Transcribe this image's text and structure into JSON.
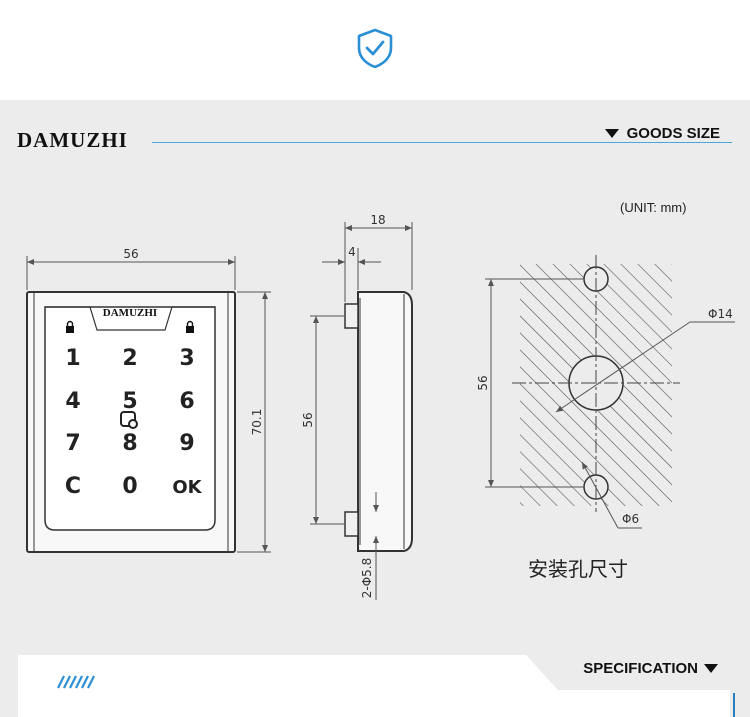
{
  "header": {
    "icon": "shield-check-icon",
    "accent_color": "#2a8fd4"
  },
  "section": {
    "brand": "DAMUZHI",
    "title": "GOODS SIZE",
    "unit": "(UNIT:  mm)"
  },
  "front_view": {
    "logo": "DAMUZHI",
    "keys": [
      "1",
      "2",
      "3",
      "4",
      "5",
      "6",
      "7",
      "8",
      "9",
      "C",
      "0",
      "OK"
    ],
    "dim_width": "56",
    "dim_height": "70.1"
  },
  "side_view": {
    "dim_depth": "18",
    "dim_lip": "4",
    "dim_hole_spacing": "56",
    "dim_screw": "2-Φ5.8"
  },
  "hole_view": {
    "dim_spacing": "56",
    "dim_big": "Φ14",
    "dim_small": "Φ6",
    "caption": "安装孔尺寸"
  },
  "footer": {
    "title": "SPECIFICATION"
  }
}
